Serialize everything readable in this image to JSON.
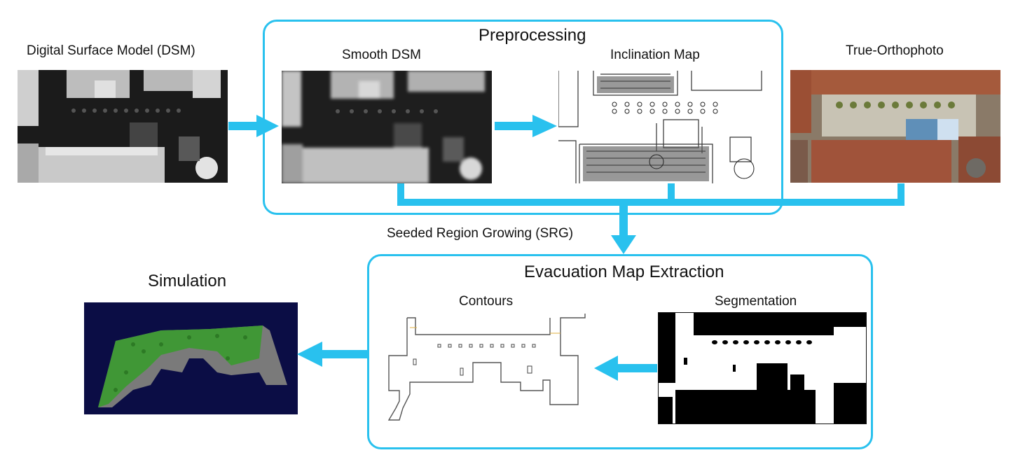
{
  "labels": {
    "dsm": "Digital Surface Model (DSM)",
    "preprocessing": "Preprocessing",
    "smooth_dsm": "Smooth DSM",
    "inclination_map": "Inclination Map",
    "true_orthophoto": "True-Orthophoto",
    "srg": "Seeded Region Growing (SRG)",
    "evacuation": "Evacuation Map Extraction",
    "contours": "Contours",
    "segmentation": "Segmentation",
    "simulation": "Simulation"
  },
  "colors": {
    "accent": "#29c1ee",
    "dsm_background": "#1a1a1a",
    "simulation_background": "#0b0d45",
    "agents": "#3a9a2f"
  }
}
